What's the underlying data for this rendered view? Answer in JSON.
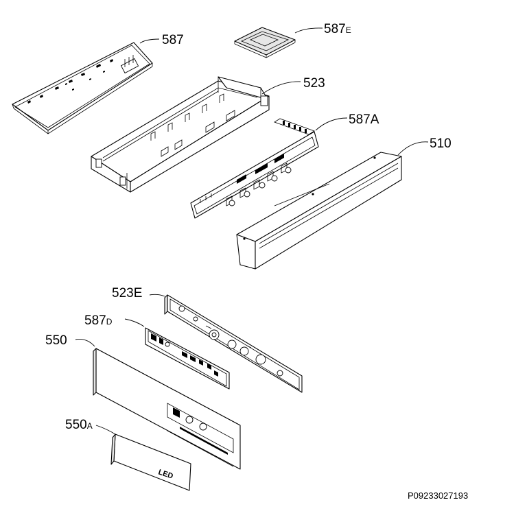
{
  "labels": {
    "p587": "587",
    "p587e": "587",
    "p587e_suffix": "E",
    "p523": "523",
    "p587a": "587A",
    "p510": "510",
    "p523e": "523E",
    "p587d": "587",
    "p587d_suffix": "D",
    "p550": "550",
    "p550a": "550",
    "p550a_suffix": "A"
  },
  "panel_text": "LED",
  "drawing_code": "P09233027193"
}
